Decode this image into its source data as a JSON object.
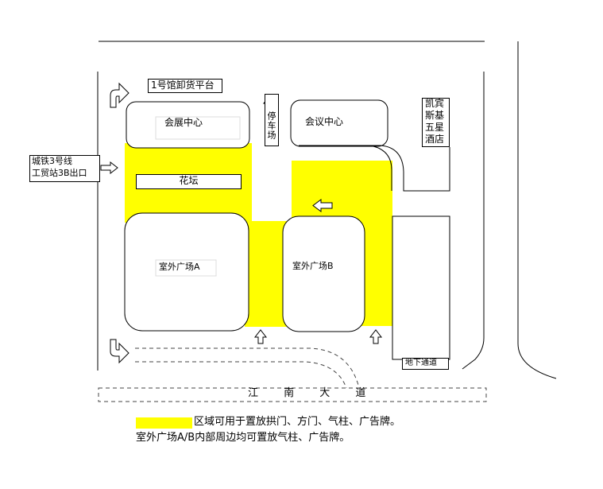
{
  "colors": {
    "highlight": "#ffff00",
    "line": "#000000",
    "background": "#ffffff",
    "dashed": "#444444"
  },
  "labels": {
    "dock": "1号馆卸货平台",
    "exhibition_center": "会展中心",
    "conference_center": "会议中心",
    "flower_bed": "花坛",
    "parking": "停车场",
    "hotel_line1": "凯宾",
    "hotel_line2": "斯基",
    "hotel_line3": "五星",
    "hotel_line4": "酒店",
    "metro_line1": "城铁3号线",
    "metro_line2": "工贸站3B出口",
    "plaza_a": "室外广场A",
    "plaza_b": "室外广场B",
    "underground": "地下通道",
    "avenue": "江 南 大 道"
  },
  "legend": {
    "line1": "区域可用于置放拱门、方门、气柱、广告牌。",
    "line2": "室外广场A/B内部周边均可置放气柱、广告牌。"
  },
  "icons": [
    "turn-arrow-icon",
    "up-arrow-icon",
    "left-arrow-icon",
    "right-arrow-icon"
  ]
}
